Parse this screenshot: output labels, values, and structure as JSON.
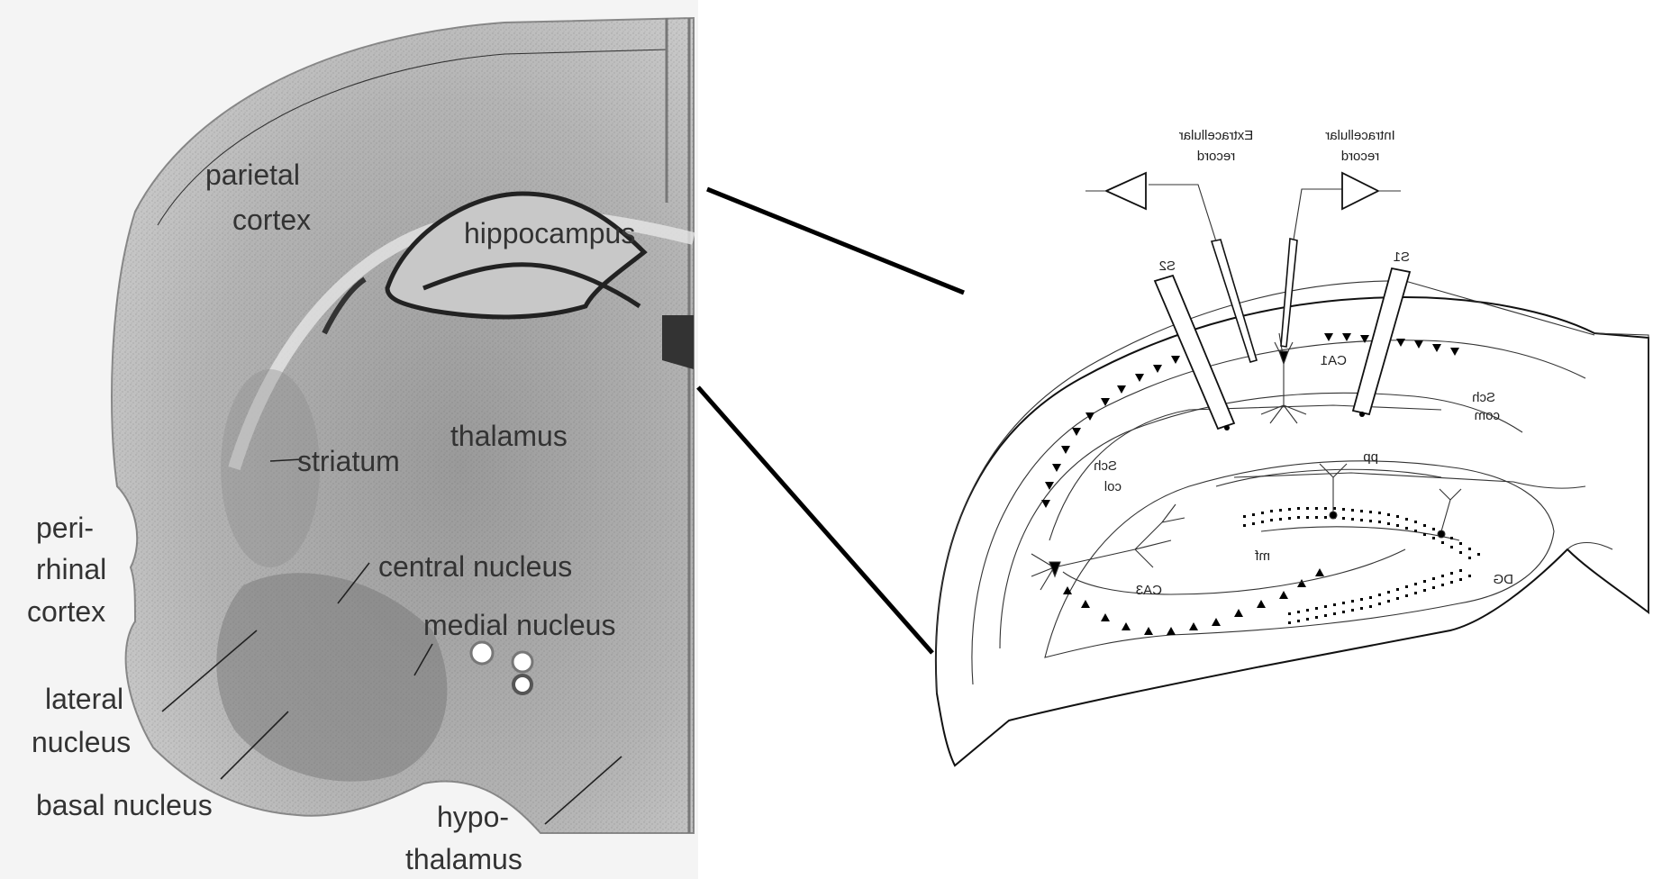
{
  "brain_section": {
    "labels": {
      "parietal_cortex_1": "parietal",
      "parietal_cortex_2": "cortex",
      "hippocampus": "hippocampus",
      "thalamus": "thalamus",
      "striatum": "striatum",
      "perirhinal_1": "peri-",
      "perirhinal_2": "rhinal",
      "perirhinal_3": "cortex",
      "central_nucleus": "central nucleus",
      "medial_nucleus": "medial nucleus",
      "lateral_nucleus_1": "lateral",
      "lateral_nucleus_2": "nucleus",
      "basal_nucleus": "basal nucleus",
      "hypothalamus_1": "hypo-",
      "hypothalamus_2": "thalamus"
    }
  },
  "hippocampal_slice": {
    "labels": {
      "extracellular_1": "Extracellular",
      "extracellular_2": "record",
      "intracellular_1": "Intracellular",
      "intracellular_2": "record",
      "s2": "S2",
      "s1": "S1",
      "ca1": "CA1",
      "ca3": "CA3",
      "dg": "DG",
      "sch_1": "Sch",
      "com": "com",
      "sch_2": "Sch",
      "col": "col",
      "pp": "pp",
      "mf": "mf"
    }
  }
}
